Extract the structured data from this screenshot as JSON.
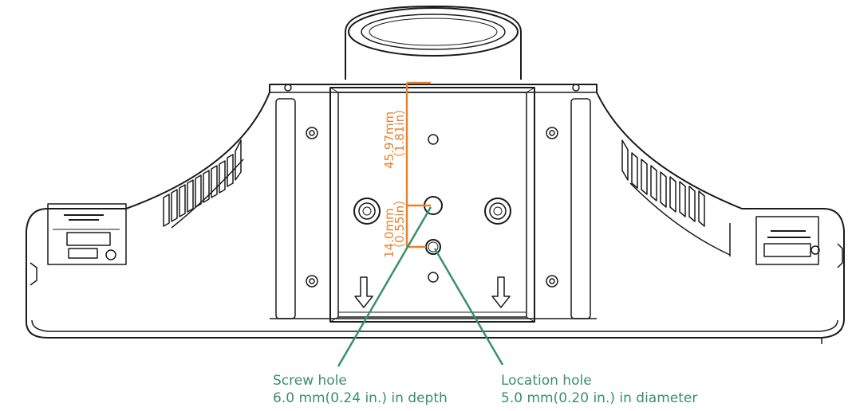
{
  "dimensions": {
    "vertical_spacing_mm": "45.97mm",
    "vertical_spacing_in": "（1.81in）",
    "hole_spacing_mm": "14.0mm",
    "hole_spacing_in": "（0.55in）"
  },
  "callouts": {
    "screw_hole": {
      "title": "Screw hole",
      "detail": "6.0 mm(0.24 in.) in depth"
    },
    "location_hole": {
      "title": "Location hole",
      "detail": "5.0 mm(0.20 in.) in diameter"
    }
  },
  "colors": {
    "dimension": "#e8822e",
    "callout": "#3a8f6e",
    "outline": "#1a1a1a"
  }
}
